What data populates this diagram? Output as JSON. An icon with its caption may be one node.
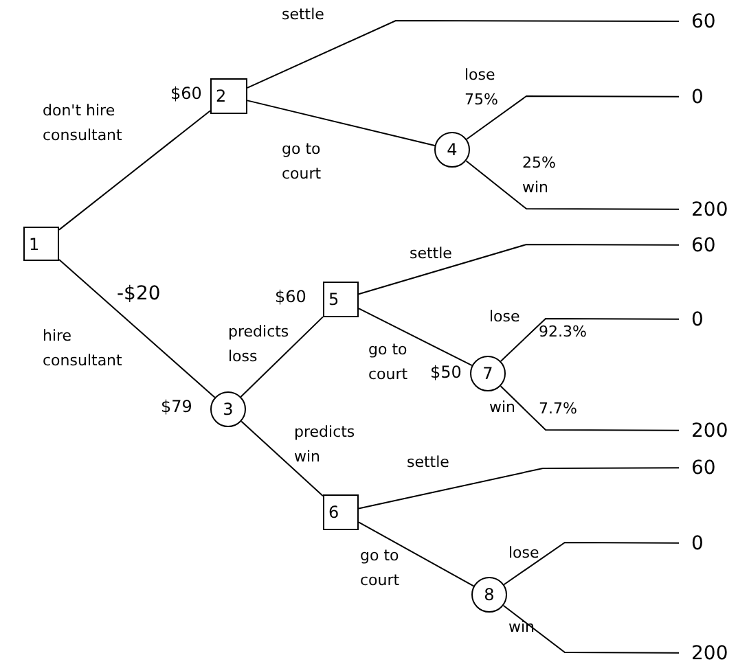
{
  "diagram": {
    "nodes": [
      {
        "text": [
          "1"
        ]
      },
      {
        "text": [
          "2"
        ],
        "beside": [
          "$60"
        ]
      },
      {
        "text": [
          "3"
        ],
        "beside": [
          "$79"
        ]
      },
      {
        "text": [
          "4"
        ]
      },
      {
        "text": [
          "5"
        ],
        "beside": [
          "$60"
        ]
      },
      {
        "text": [
          "6"
        ]
      },
      {
        "text": [
          "7"
        ],
        "beside": [
          "$50"
        ]
      },
      {
        "text": [
          "8"
        ]
      },
      {
        "text": [
          "60"
        ]
      },
      {
        "text": [
          "0"
        ]
      },
      {
        "text": [
          "200"
        ]
      },
      {
        "text": [
          "60"
        ]
      },
      {
        "text": [
          "0"
        ]
      },
      {
        "text": [
          "200"
        ]
      },
      {
        "text": [
          "60"
        ]
      },
      {
        "text": [
          "0"
        ]
      },
      {
        "text": [
          "200"
        ]
      }
    ],
    "edges": [
      {
        "from": 0,
        "to": 1,
        "arrow": "none",
        "label": "don't hire consultant"
      },
      {
        "from": 0,
        "to": 2,
        "arrow": "none",
        "label": "hire consultant"
      },
      {
        "from": 1,
        "to": 8,
        "arrow": "none",
        "label": "settle"
      },
      {
        "from": 1,
        "to": 3,
        "arrow": "none",
        "label": "go to court"
      },
      {
        "from": 3,
        "to": 9,
        "arrow": "none",
        "label": "lose 75%"
      },
      {
        "from": 3,
        "to": 10,
        "arrow": "none",
        "label": "25% win"
      },
      {
        "from": 2,
        "to": 4,
        "arrow": "none",
        "label": "predicts loss"
      },
      {
        "from": 2,
        "to": 5,
        "arrow": "none",
        "label": "predicts win"
      },
      {
        "from": 4,
        "to": 11,
        "arrow": "none",
        "label": "settle"
      },
      {
        "from": 4,
        "to": 6,
        "arrow": "none",
        "label": "go to court"
      },
      {
        "from": 6,
        "to": 12,
        "arrow": "none",
        "label": "lose"
      },
      {
        "from": 6,
        "to": 13,
        "arrow": "none",
        "label": "win"
      },
      {
        "from": 5,
        "to": 14,
        "arrow": "none",
        "label": "settle"
      },
      {
        "from": 5,
        "to": 7,
        "arrow": "none",
        "label": "go to court"
      },
      {
        "from": 7,
        "to": 15,
        "arrow": "none",
        "label": "lose"
      },
      {
        "from": 7,
        "to": 16,
        "arrow": "none",
        "label": "win"
      }
    ],
    "labels": [
      "-$20",
      "92.3%",
      "7.7%"
    ]
  }
}
